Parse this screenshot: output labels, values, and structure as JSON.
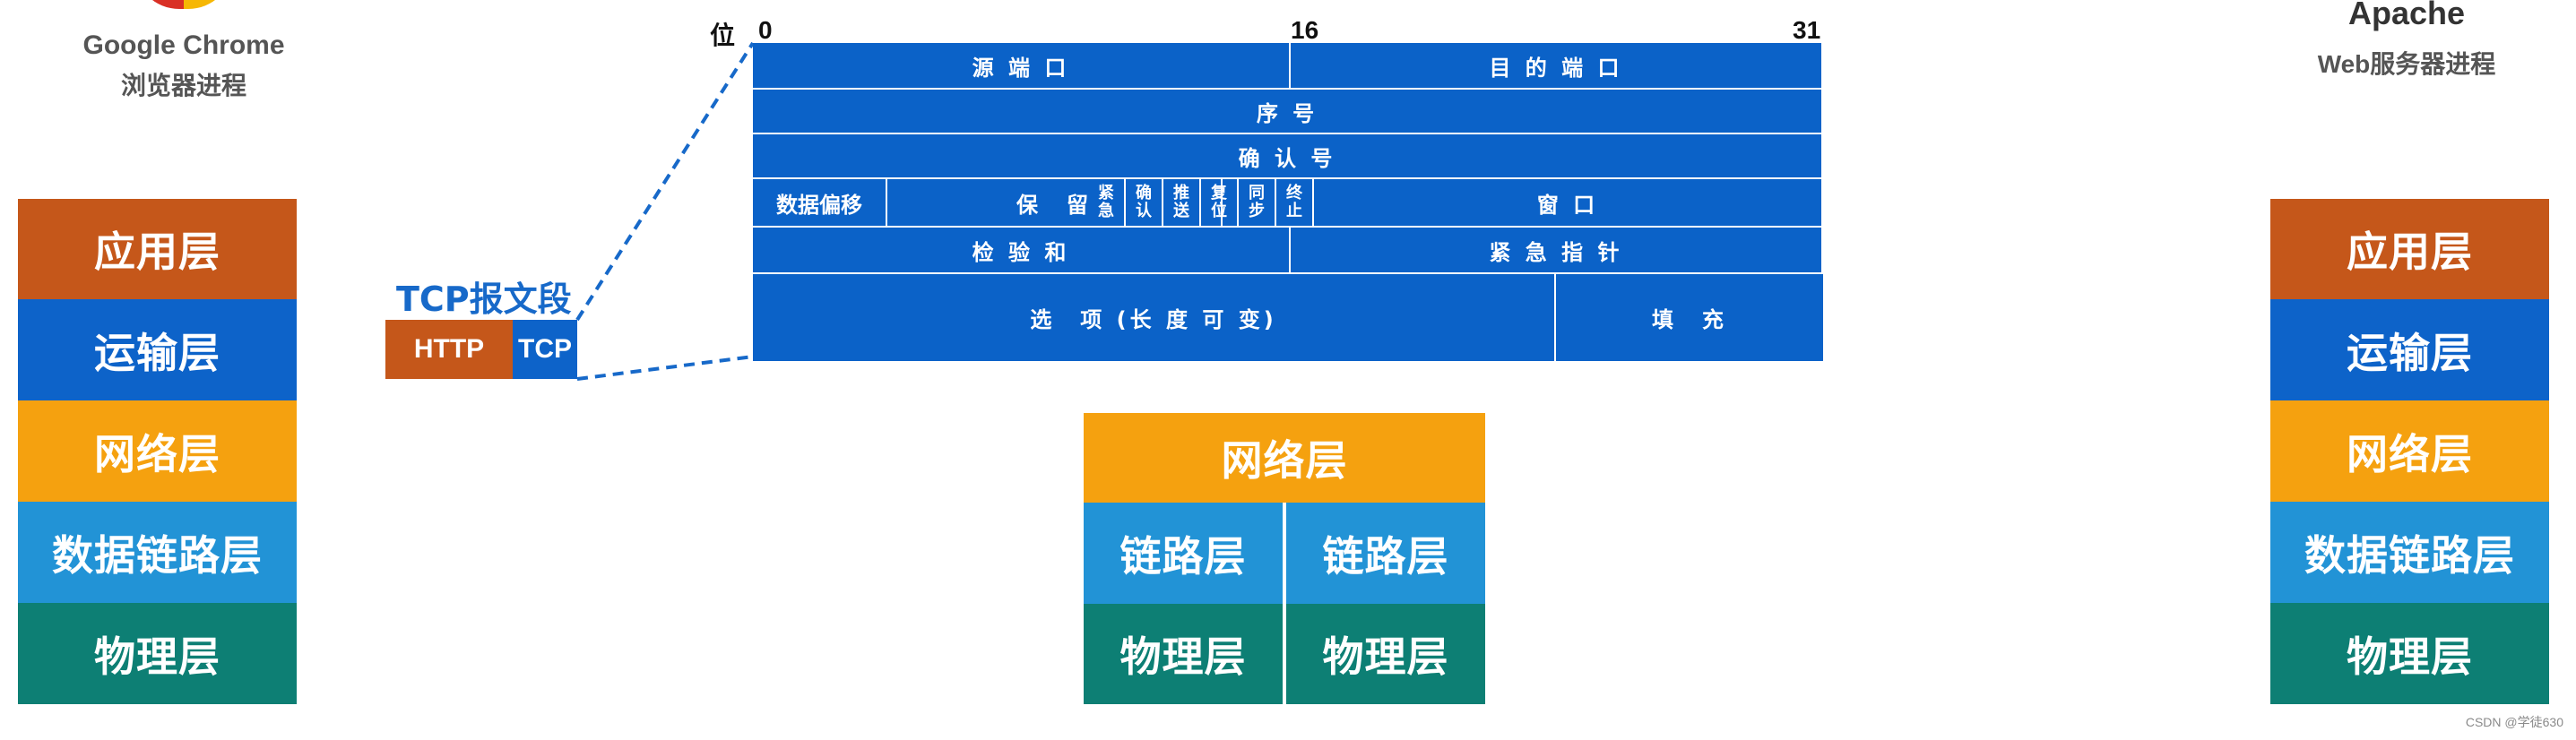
{
  "left_endpoint": {
    "title": "Google Chrome",
    "subtitle": "浏览器进程",
    "logo_icon": "chrome-icon"
  },
  "right_endpoint": {
    "title": "Apache",
    "subtitle": "Web服务器进程"
  },
  "layers": {
    "application": "应用层",
    "transport": "运输层",
    "network": "网络层",
    "datalink": "数据链路层",
    "physical": "物理层"
  },
  "router": {
    "network": "网络层",
    "link_left": "链路层",
    "link_right": "链路层",
    "phys_left": "物理层",
    "phys_right": "物理层"
  },
  "segment": {
    "title": "TCP报文段",
    "http": "HTTP",
    "tcp": "TCP"
  },
  "tcp_header": {
    "bit_word": "位",
    "bit_0": "0",
    "bit_16": "16",
    "bit_31": "31",
    "src_port": "源 端 口",
    "dst_port": "目 的 端 口",
    "seq": "序 号",
    "ack": "确 认 号",
    "offset": "数据偏移",
    "reserved": "保　留",
    "flags": [
      [
        "紧",
        "急"
      ],
      [
        "确",
        "认"
      ],
      [
        "推",
        "送"
      ],
      [
        "复",
        "位"
      ],
      [
        "同",
        "步"
      ],
      [
        "终",
        "止"
      ]
    ],
    "window": "窗 口",
    "checksum": "检 验 和",
    "urgent_ptr": "紧 急 指 针",
    "options": "选　项 (长 度 可 变)",
    "padding": "填　充"
  },
  "colors": {
    "application": "#c5571a",
    "transport": "#0d63c9",
    "network": "#f5a10f",
    "datalink": "#2293d6",
    "physical": "#0d7f74",
    "header_blue": "#0b62c8"
  },
  "watermark": "CSDN @学徒630"
}
